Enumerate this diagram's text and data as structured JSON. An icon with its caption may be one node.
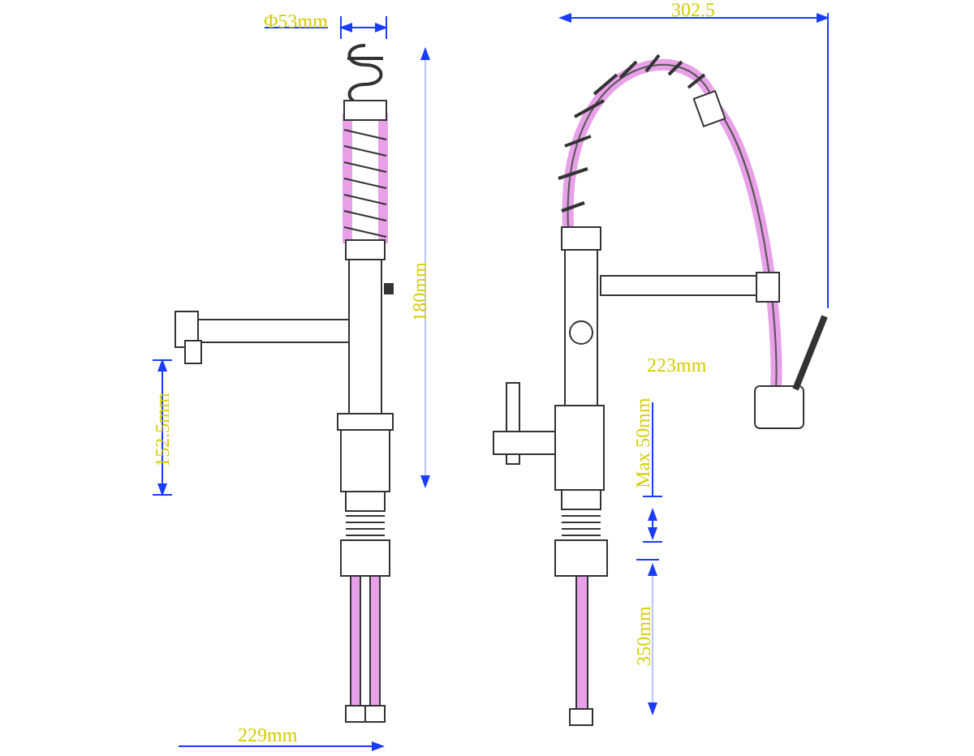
{
  "diagram": {
    "labels": [
      "Φ53mm",
      "180mm",
      "152.5mm",
      "229mm",
      "302.5",
      "223mm",
      "Max 50mm",
      "350mm"
    ]
  }
}
